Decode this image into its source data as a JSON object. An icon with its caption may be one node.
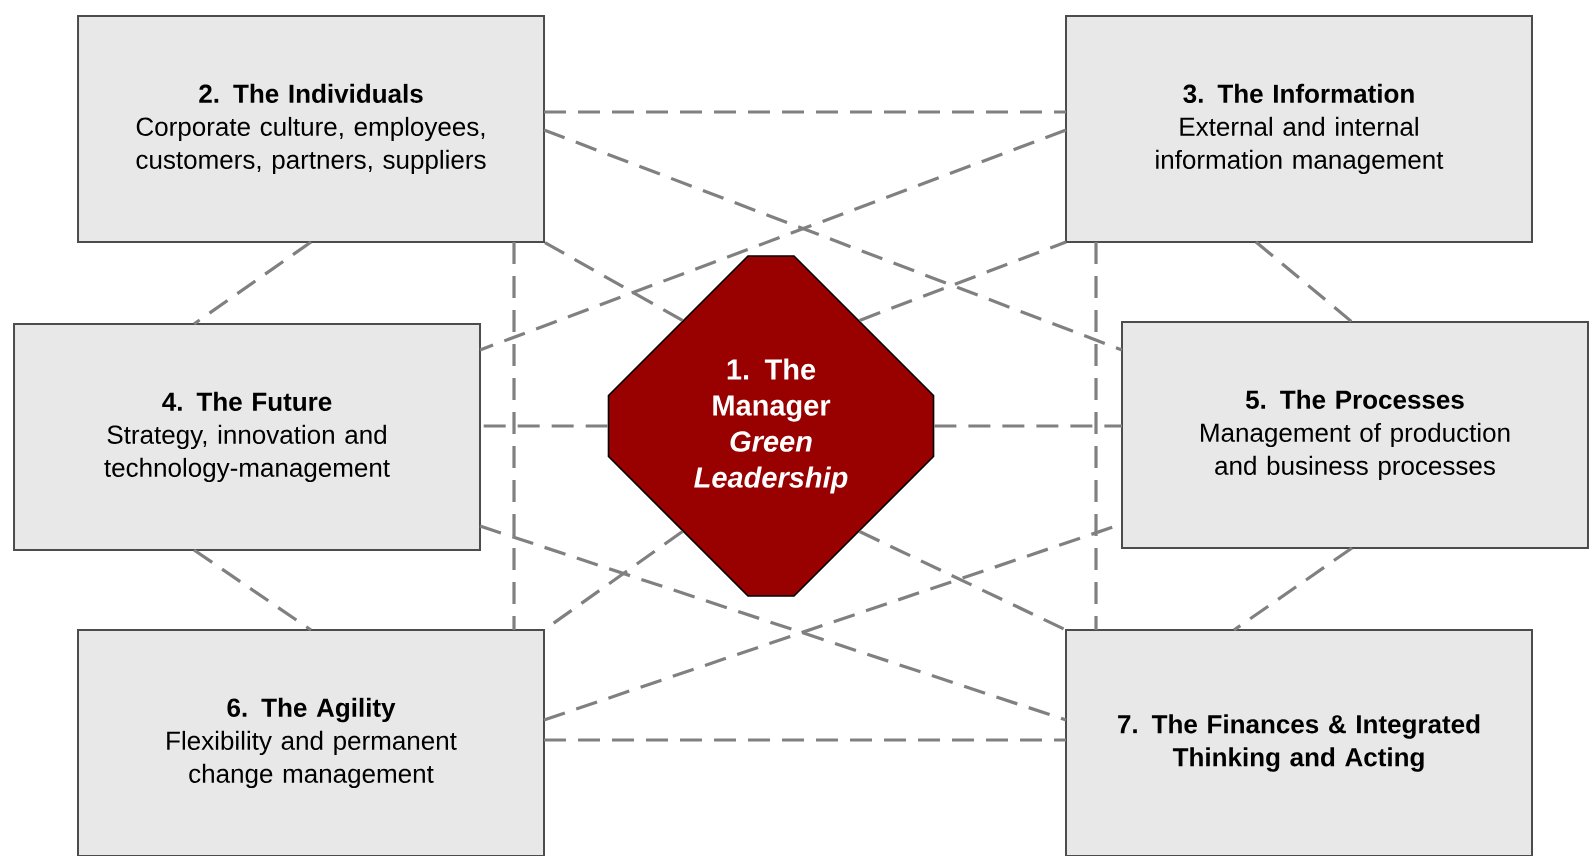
{
  "diagram": {
    "nodes": [
      {
        "text": [
          "1. The Manager",
          "Green Leadership"
        ]
      },
      {
        "text": [
          "2. The Individuals",
          "Corporate culture, employees, customers, partners, suppliers"
        ]
      },
      {
        "text": [
          "3. The Information",
          "External and internal information management"
        ]
      },
      {
        "text": [
          "4. The Future",
          "Strategy, innovation and technology-management"
        ]
      },
      {
        "text": [
          "5. The Processes",
          "Management of production and business processes"
        ]
      },
      {
        "text": [
          "6. The Agility",
          "Flexibility and permanent change management"
        ]
      },
      {
        "text": [
          "7. The Finances & Integrated Thinking and Acting"
        ]
      }
    ],
    "edges": [
      {
        "from": 1,
        "to": 2,
        "arrow": "none",
        "style": "dashed"
      },
      {
        "from": 1,
        "to": 4,
        "arrow": "none",
        "style": "dashed"
      },
      {
        "from": 1,
        "to": 3,
        "arrow": "none",
        "style": "dashed"
      },
      {
        "from": 1,
        "to": 5,
        "arrow": "none",
        "style": "dashed"
      },
      {
        "from": 2,
        "to": 3,
        "arrow": "none",
        "style": "dashed"
      },
      {
        "from": 2,
        "to": 4,
        "arrow": "none",
        "style": "dashed"
      },
      {
        "from": 2,
        "to": 6,
        "arrow": "none",
        "style": "dashed"
      },
      {
        "from": 3,
        "to": 6,
        "arrow": "none",
        "style": "dashed"
      },
      {
        "from": 5,
        "to": 4,
        "arrow": "none",
        "style": "dashed"
      },
      {
        "from": 3,
        "to": 5,
        "arrow": "none",
        "style": "dashed"
      },
      {
        "from": 4,
        "to": 6,
        "arrow": "none",
        "style": "dashed"
      },
      {
        "from": 5,
        "to": 6,
        "arrow": "none",
        "style": "dashed"
      },
      {
        "from": 0,
        "to": 1,
        "arrow": "none",
        "style": "dashed"
      },
      {
        "from": 0,
        "to": 2,
        "arrow": "none",
        "style": "dashed"
      },
      {
        "from": 0,
        "to": 3,
        "arrow": "none",
        "style": "dashed"
      },
      {
        "from": 0,
        "to": 4,
        "arrow": "none",
        "style": "dashed"
      },
      {
        "from": 0,
        "to": 5,
        "arrow": "none",
        "style": "dashed"
      },
      {
        "from": 0,
        "to": 6,
        "arrow": "none",
        "style": "dashed"
      }
    ]
  }
}
